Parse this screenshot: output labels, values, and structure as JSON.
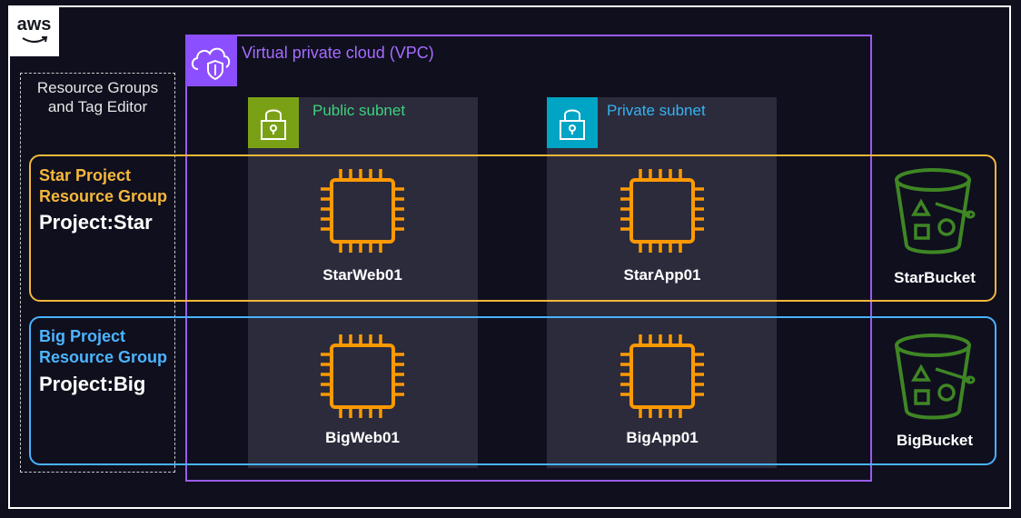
{
  "logo": {
    "text": "aws"
  },
  "resource_groups_editor": {
    "label_line1": "Resource Groups",
    "label_line2": "and Tag Editor"
  },
  "vpc": {
    "label": "Virtual private cloud (VPC)"
  },
  "subnets": {
    "public": {
      "label": "Public subnet"
    },
    "private": {
      "label": "Private subnet"
    }
  },
  "groups": {
    "star": {
      "title_line1": "Star Project",
      "title_line2": "Resource Group",
      "tag": "Project:Star",
      "web": "StarWeb01",
      "app": "StarApp01",
      "bucket": "StarBucket",
      "color": "#f5b73b"
    },
    "big": {
      "title_line1": "Big Project",
      "title_line2": "Resource Group",
      "tag": "Project:Big",
      "web": "BigWeb01",
      "app": "BigApp01",
      "bucket": "BigBucket",
      "color": "#49b3ff"
    }
  },
  "icons": {
    "logo": "aws-logo",
    "vpc": "vpc-cloud-shield-icon",
    "subnet": "padlock-icon",
    "instance": "ec2-chip-icon",
    "bucket": "s3-bucket-icon"
  },
  "colors": {
    "vpc": "#8c4fff",
    "public_subnet": "#7aa116",
    "private_subnet": "#00a4c4",
    "instance": "#ff9900",
    "bucket": "#3f8624"
  }
}
